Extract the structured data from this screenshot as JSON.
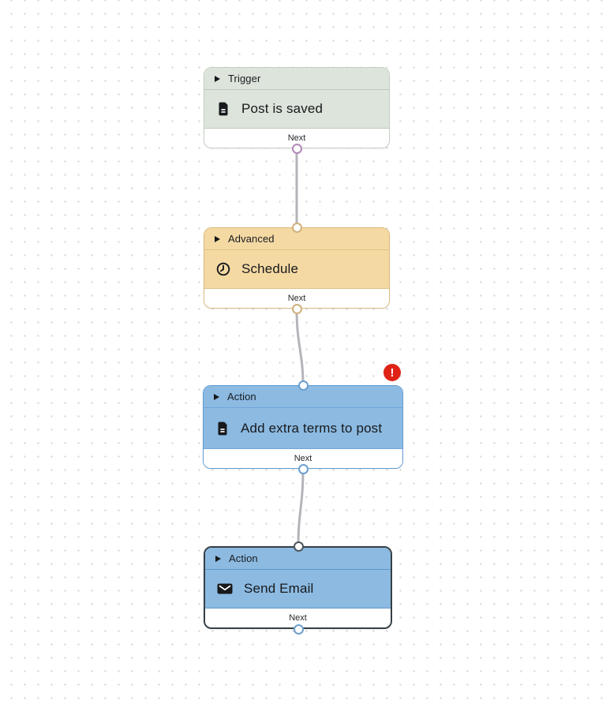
{
  "canvas": {
    "type": "workflow-automation-editor",
    "background": "#ffffff",
    "dot_color": "#dcdcdc",
    "edge_color": "#b4b4b9"
  },
  "badge": {
    "symbol": "!",
    "color": "#df2417",
    "meaning": "error-indicator"
  },
  "nodes": [
    {
      "category": "Trigger",
      "title": "Post is saved",
      "icon": "document-icon",
      "footer_label": "Next",
      "has_error": false,
      "selected": false,
      "colors": {
        "fill": "#dde4db",
        "border": "#c3cec1",
        "divider": "#bfcbbc",
        "port": "#b289b8"
      }
    },
    {
      "category": "Advanced",
      "title": "Schedule",
      "icon": "clock-icon",
      "footer_label": "Next",
      "has_error": false,
      "selected": false,
      "colors": {
        "fill": "#f5d9a3",
        "border": "#d9ba7c",
        "divider": "#ddc185",
        "port": "#cfb07b"
      }
    },
    {
      "category": "Action",
      "title": "Add extra terms to post",
      "icon": "document-icon",
      "footer_label": "Next",
      "has_error": true,
      "selected": false,
      "colors": {
        "fill": "#8cbae1",
        "border": "#5e9bd3",
        "divider": "#6fa6da",
        "port": "#6d9fce"
      }
    },
    {
      "category": "Action",
      "title": "Send Email",
      "icon": "envelope-icon",
      "footer_label": "Next",
      "has_error": false,
      "selected": true,
      "colors": {
        "fill": "#8cbae1",
        "border": "#353f46",
        "divider": "#6097cc",
        "port": "#6d9fce",
        "port_top": "#4b555e"
      }
    }
  ]
}
